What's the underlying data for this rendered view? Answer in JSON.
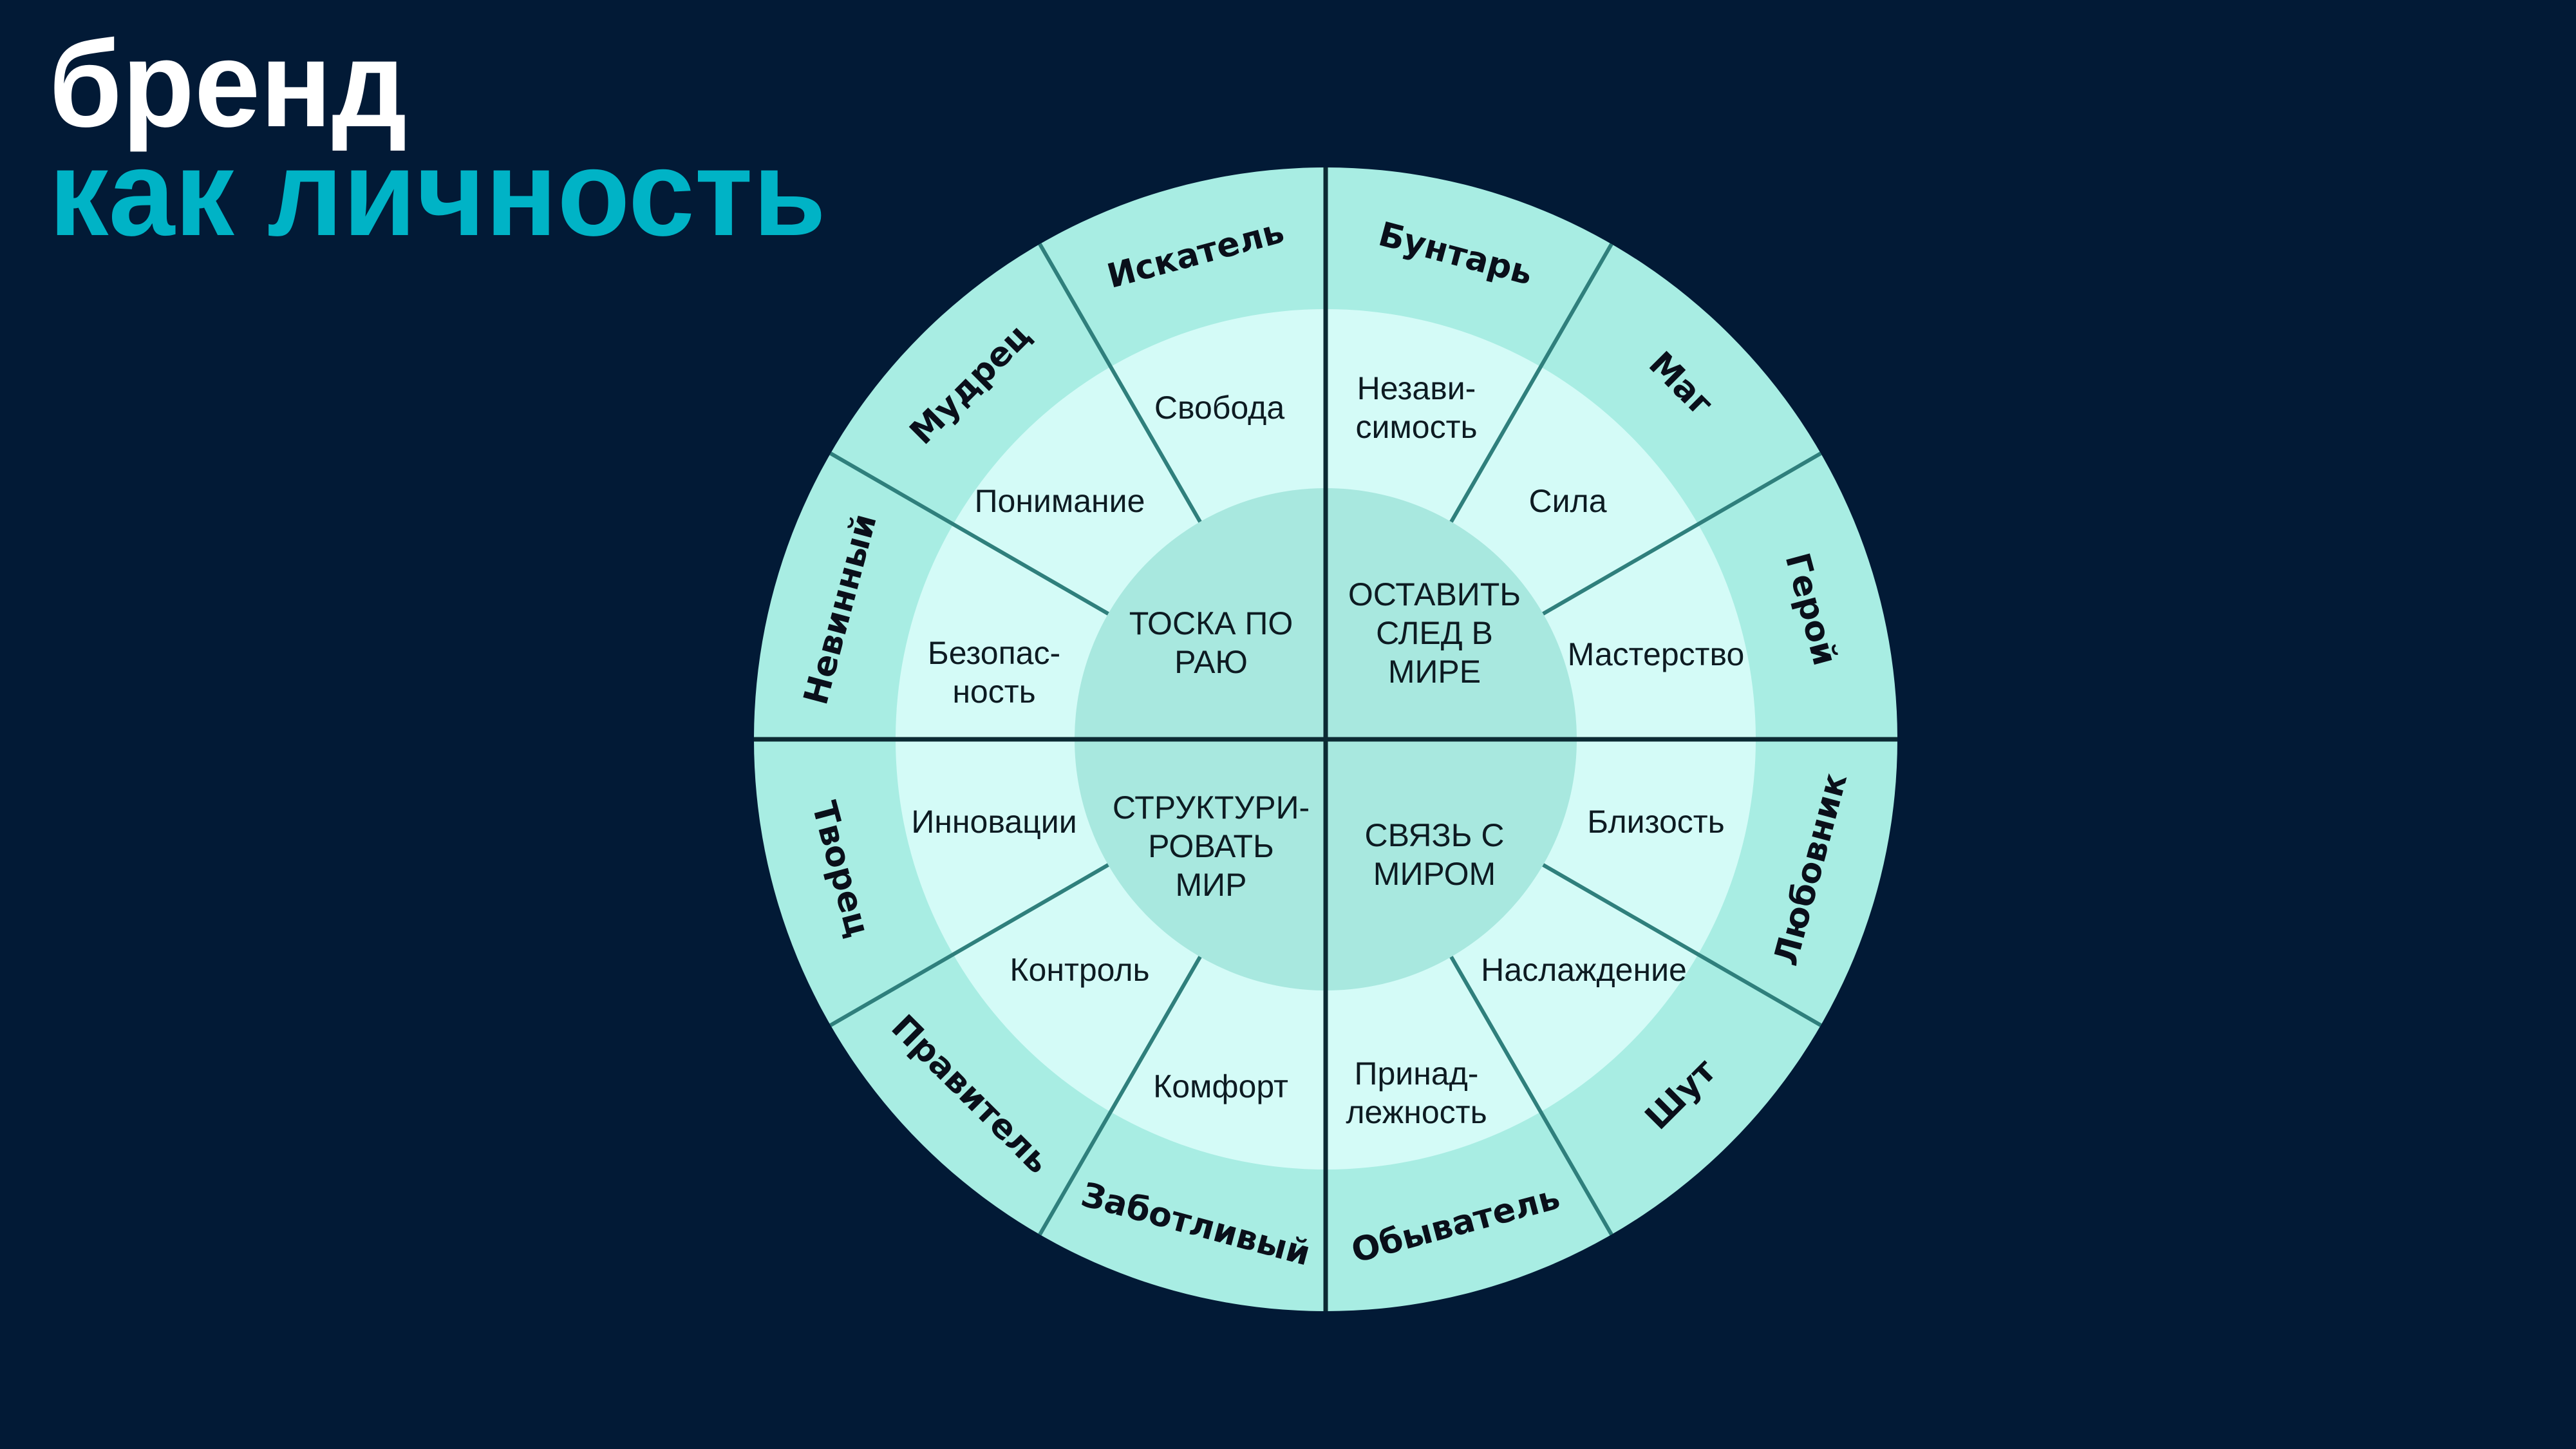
{
  "title": {
    "line1": "бренд",
    "line2": "как личность",
    "line1_color": "#ffffff",
    "line2_color": "#00b3c6"
  },
  "colors": {
    "background": "#021a36",
    "outer_ring": "#a8ede3",
    "middle_ring": "#d4fbf7",
    "inner_circle": "#a8e8df",
    "divider": "#2f7f7c",
    "main_divider": "#0c2a33"
  },
  "wheel": {
    "archetypes": [
      "Бунтарь",
      "Маг",
      "Герой",
      "Любовник",
      "Шут",
      "Обыватель",
      "Заботливый",
      "Правитель",
      "Творец",
      "Невинный",
      "Мудрец",
      "Искатель"
    ],
    "values": [
      [
        "Незави-",
        "симость"
      ],
      [
        "Сила"
      ],
      [
        "Мастерство"
      ],
      [
        "Близость"
      ],
      [
        "Наслаждение"
      ],
      [
        "Принад-",
        "лежность"
      ],
      [
        "Комфорт"
      ],
      [
        "Контроль"
      ],
      [
        "Инновации"
      ],
      [
        "Безопас-",
        "ность"
      ],
      [
        "Понимание"
      ],
      [
        "Свобода"
      ]
    ],
    "motivations": [
      [
        "ОСТАВИТЬ",
        "СЛЕД В",
        "МИРЕ"
      ],
      [
        "СВЯЗЬ С",
        "МИРОМ"
      ],
      [
        "СТРУКТУРИ-",
        "РОВАТЬ",
        "МИР"
      ],
      [
        "ТОСКА ПО",
        "РАЮ"
      ]
    ]
  }
}
